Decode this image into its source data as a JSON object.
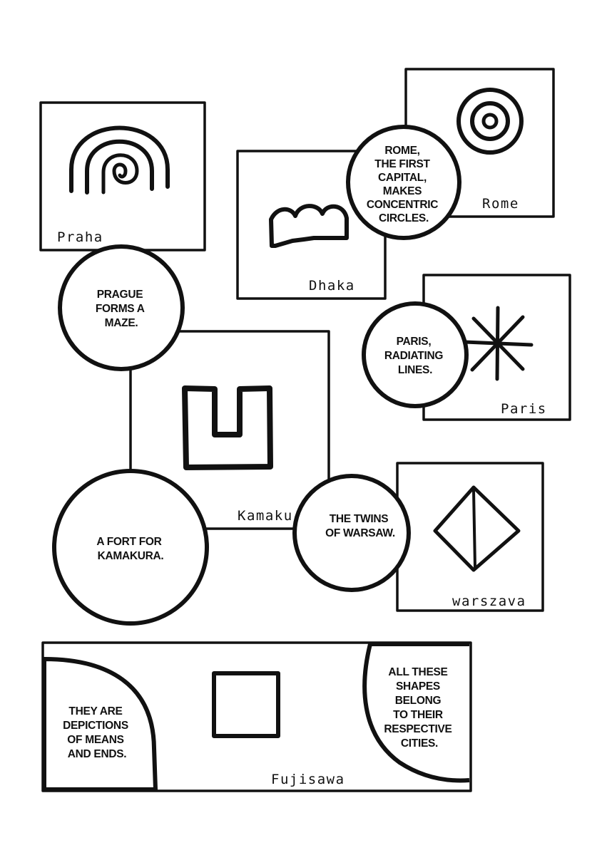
{
  "cities": {
    "praha": "Praha",
    "dhaka": "Dhaka",
    "rome": "Rome",
    "paris": "Paris",
    "kamakura": "Kamaku",
    "warszava": "warszava",
    "fujisawa": "Fujisawa"
  },
  "bubbles": {
    "rome": [
      "ROME,",
      "THE FIRST",
      "CAPITAL,",
      "MAKES",
      "CONCENTRIC",
      "CIRCLES."
    ],
    "prague": [
      "PRAGUE",
      "FORMS A",
      "MAZE."
    ],
    "paris": [
      "PARIS,",
      "RADIATING",
      "LINES."
    ],
    "kamakura": [
      "A FORT FOR",
      "KAMAKURA."
    ],
    "warsaw": [
      "THE TWINS",
      "OF WARSAW."
    ],
    "depictions": [
      "THEY ARE",
      "DEPICTIONS",
      "OF MEANS",
      "AND ENDS."
    ],
    "shapes": [
      "ALL THESE",
      "SHAPES",
      "BELONG",
      "TO THEIR",
      "RESPECTIVE",
      "CITIES."
    ]
  },
  "icons": {
    "praha": "maze-arch-spiral-icon",
    "dhaka": "three-lobed-crown-icon",
    "rome": "concentric-circles-icon",
    "paris": "radiating-lines-icon",
    "kamakura": "fort-u-shape-icon",
    "warszava": "split-diamond-icon",
    "fujisawa": "square-icon"
  },
  "colors": {
    "ink": "#111111",
    "paper": "#ffffff"
  }
}
